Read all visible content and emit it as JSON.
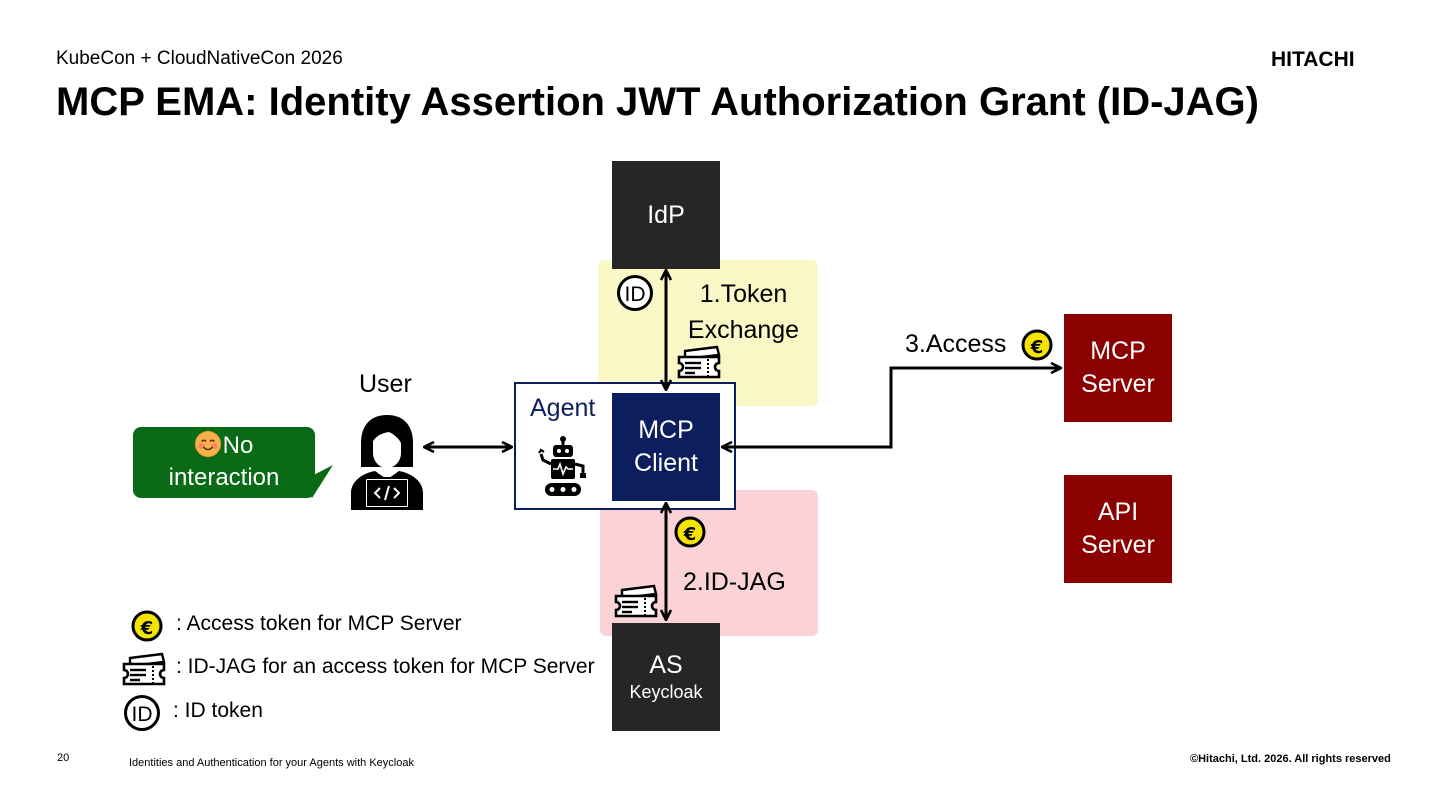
{
  "header": {
    "conference": "KubeCon + CloudNativeCon 2026",
    "logo": "HITACHI",
    "title": "MCP EMA: Identity Assertion JWT Authorization Grant (ID-JAG)"
  },
  "diagram": {
    "idp_label": "IdP",
    "step1_line1": "1.Token",
    "step1_line2": "Exchange",
    "step2_label": "2.ID-JAG",
    "step3_label": "3.Access",
    "agent_label": "Agent",
    "mcp_client_line1": "MCP",
    "mcp_client_line2": "Client",
    "as_label": "AS",
    "as_sub": "Keycloak",
    "mcp_server_line1": "MCP",
    "mcp_server_line2": "Server",
    "api_server_line1": "API",
    "api_server_line2": "Server",
    "user_label": "User",
    "bubble_line1": "No",
    "bubble_line2": "interaction",
    "id_token_icon_text": "ID",
    "euro_icon_text": "€"
  },
  "legend": {
    "access_token": ": Access token for MCP Server",
    "id_jag": ": ID-JAG for an access token for MCP Server",
    "id_token": ": ID token"
  },
  "footer": {
    "page_number": "20",
    "talk_title": "Identities and Authentication for your Agents with Keycloak",
    "copyright": "©Hitachi, Ltd. 2026. All rights reserved"
  },
  "colors": {
    "dark_box": "#262626",
    "navy": "#0d1e5e",
    "dark_red": "#8b0000",
    "yellow_zone": "#fbf8c8",
    "pink_zone": "#fbd3d6",
    "bubble_green": "#0a6b16",
    "coin_yellow": "#f5e400"
  },
  "icons": [
    "id-token-icon",
    "euro-coin-icon",
    "ticket-icon",
    "robot-icon",
    "user-developer-icon",
    "smiley-icon"
  ]
}
